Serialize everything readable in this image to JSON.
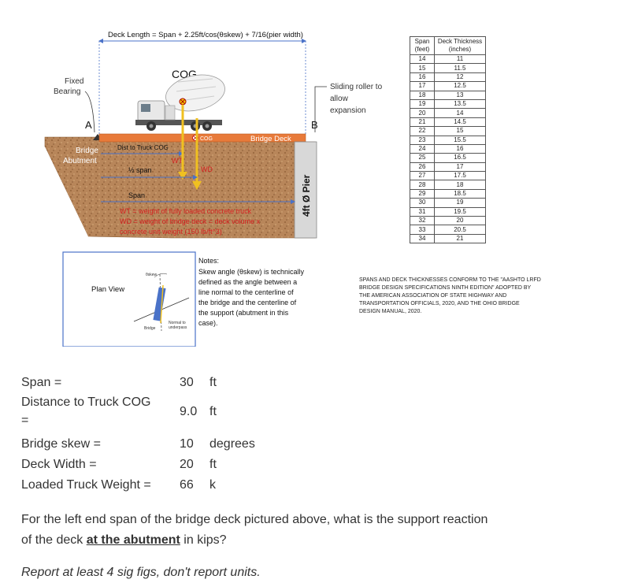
{
  "diagram": {
    "deck_formula": "Deck Length = Span + 2.25ft/cos(θskew) + 7/16(pier width)",
    "cog_label": "COG",
    "fixed_bearing": [
      "Fixed",
      "Bearing"
    ],
    "bridge_abutment": [
      "Bridge",
      "Abutment"
    ],
    "point_a": "A",
    "point_b": "B",
    "sliding_roller": [
      "Sliding roller to",
      "allow",
      "expansion"
    ],
    "bridge_deck": "Bridge Deck",
    "cog_marker": "COG",
    "dist_to_truck_cog": "Dist to Truck COG",
    "wt": "WT",
    "wd": "WD",
    "half_span": "½ span",
    "span": "Span",
    "pier": "4ft Ø Pier",
    "legend": [
      "WT = weight of fully loaded concrete truck",
      "WD = weight of bridge deck = deck volume x",
      "concrete unit weight (150 lb/ft^3)"
    ],
    "plan_view": "Plan View",
    "plan_theta": "θskew",
    "plan_bridge": "Bridge",
    "plan_normal": [
      "Normal to",
      "underpass"
    ],
    "notes": [
      "Notes:",
      "Skew angle (θskew) is technically",
      "defined as the angle between a",
      "line normal to the centerline of",
      "the bridge and the centerline of",
      "the support (abutment in this",
      "case)."
    ]
  },
  "thickness_table": {
    "headers": [
      [
        "Span",
        "(feet)"
      ],
      [
        "Deck Thickness",
        "(inches)"
      ]
    ],
    "rows": [
      [
        "14",
        "11"
      ],
      [
        "15",
        "11.5"
      ],
      [
        "16",
        "12"
      ],
      [
        "17",
        "12.5"
      ],
      [
        "18",
        "13"
      ],
      [
        "19",
        "13.5"
      ],
      [
        "20",
        "14"
      ],
      [
        "21",
        "14.5"
      ],
      [
        "22",
        "15"
      ],
      [
        "23",
        "15.5"
      ],
      [
        "24",
        "16"
      ],
      [
        "25",
        "16.5"
      ],
      [
        "26",
        "17"
      ],
      [
        "27",
        "17.5"
      ],
      [
        "28",
        "18"
      ],
      [
        "29",
        "18.5"
      ],
      [
        "30",
        "19"
      ],
      [
        "31",
        "19.5"
      ],
      [
        "32",
        "20"
      ],
      [
        "33",
        "20.5"
      ],
      [
        "34",
        "21"
      ]
    ],
    "footnote": [
      "SPANS AND DECK THICKNESSES CONFORM TO THE \"AASHTO LRFD",
      "BRIDGE DESIGN SPECIFICATIONS NINTH EDITION\" ADOPTED BY",
      "THE AMERICAN ASSOCIATION OF STATE HIGHWAY AND",
      "TRANSPORTATION OFFICIALS, 2020, AND THE OHIO BRIDGE",
      "DESIGN MANUAL, 2020."
    ]
  },
  "givens": {
    "span_label": "Span =",
    "span_value": "30",
    "span_unit": "ft",
    "dist_label": "Distance to Truck COG",
    "dist_eq": "=",
    "dist_value": "9.0",
    "dist_unit": "ft",
    "skew_label": "Bridge skew =",
    "skew_value": "10",
    "skew_unit": "degrees",
    "width_label": "Deck Width =",
    "width_value": "20",
    "width_unit": "ft",
    "truck_label": "Loaded Truck Weight =",
    "truck_value": "66",
    "truck_unit": "k"
  },
  "question": {
    "line1": "For the left end span of the bridge deck pictured above, what is the support reaction",
    "line2_pre": "of the deck ",
    "line2_emph": "at the abutment",
    "line2_post": " in kips?",
    "instruction": "Report at least 4 sig figs, don't report units."
  },
  "colors": {
    "deck": "#e87a3a",
    "soil": "#b8865a",
    "arrow_yellow": "#f0c020",
    "dim_blue": "#4a72c8",
    "legend_red": "#d42020",
    "pier_gray": "#d8d8d8"
  }
}
